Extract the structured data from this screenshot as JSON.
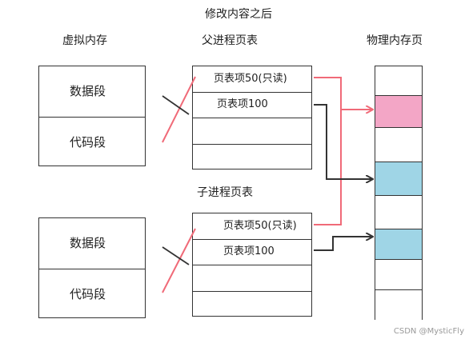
{
  "title": "修改内容之后",
  "headers": {
    "virtual_memory": "虚拟内存",
    "parent_page_table": "父进程页表",
    "child_page_table": "子进程页表",
    "physical_memory": "物理内存页"
  },
  "parent_vm": {
    "segments": [
      "数据段",
      "代码段"
    ]
  },
  "child_vm": {
    "segments": [
      "数据段",
      "代码段"
    ]
  },
  "parent_table": {
    "entries": [
      "页表项50(只读)",
      "页表项100",
      "",
      ""
    ]
  },
  "child_table": {
    "entries": [
      "页表项50(只读)",
      "页表项100",
      "",
      ""
    ]
  },
  "physical_pages": [
    {
      "fill": "#ffffff"
    },
    {
      "fill": "#f3a6c6"
    },
    {
      "fill": "#ffffff"
    },
    {
      "fill": "#9fd5e6"
    },
    {
      "fill": "#ffffff"
    },
    {
      "fill": "#9fd5e6"
    },
    {
      "fill": "#ffffff"
    },
    {
      "fill": "#ffffff"
    }
  ],
  "colors": {
    "red_link": "#f06a78",
    "dark_link": "#333333",
    "pink_page": "#f3a6c6",
    "blue_page": "#9fd5e6"
  },
  "watermark": "CSDN @MysticFly"
}
